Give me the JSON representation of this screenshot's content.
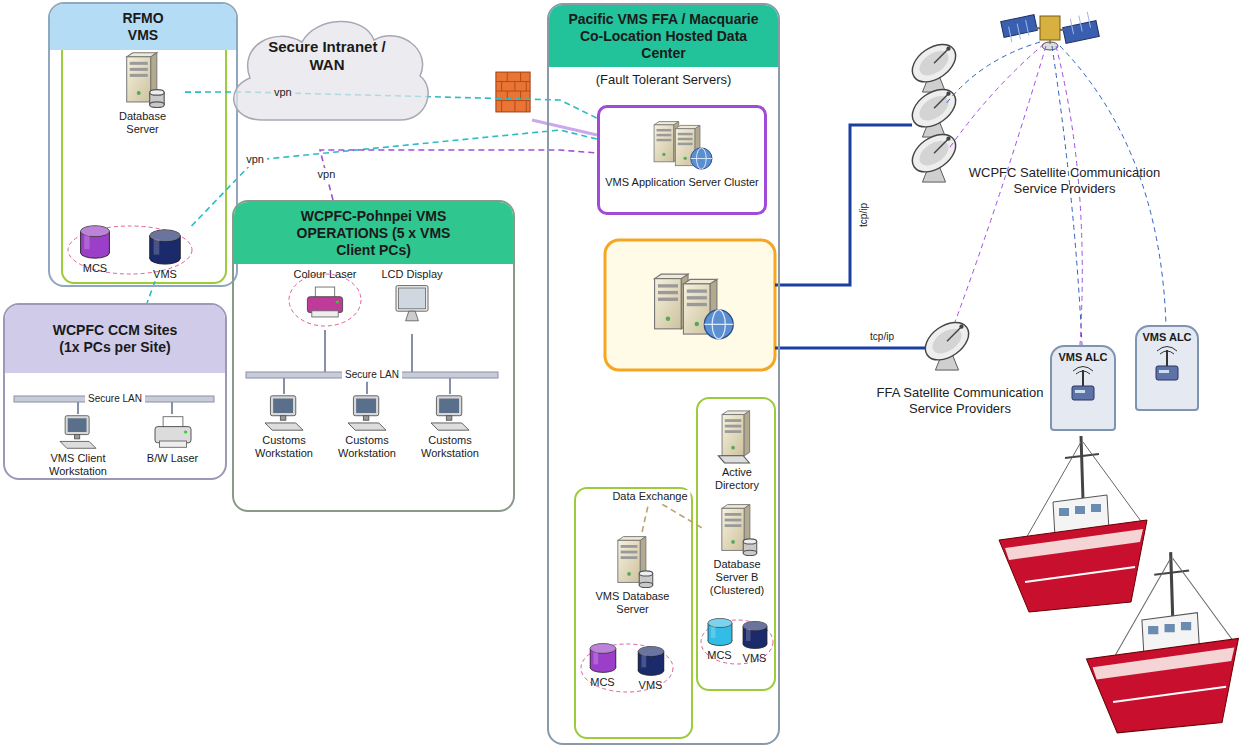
{
  "diagram": {
    "nodes": [
      {
        "text": [
          "RFMO VMS"
        ]
      },
      {
        "text": [
          "Database Server"
        ],
        "in": 0
      },
      {
        "text": [
          "MCS"
        ],
        "in": 0
      },
      {
        "text": [
          "VMS"
        ],
        "in": 0
      },
      {
        "text": [
          "WCPFC CCM Sites (1x PCs per Site)"
        ]
      },
      {
        "text": [
          "VMS Client Workstation"
        ],
        "in": 4
      },
      {
        "text": [
          "B/W Laser"
        ],
        "in": 4
      },
      {
        "text": [
          "WCPFC-Pohnpei VMS OPERATIONS (5 x VMS Client PCs)"
        ]
      },
      {
        "text": [
          "Colour Laser"
        ],
        "in": 7
      },
      {
        "text": [
          "LCD Display"
        ],
        "in": 7
      },
      {
        "text": [
          "Customs Workstation"
        ],
        "in": 7
      },
      {
        "text": [
          "Customs Workstation"
        ],
        "in": 7
      },
      {
        "text": [
          "Customs Workstation"
        ],
        "in": 7
      },
      {
        "text": [
          "Secure Intranet / WAN"
        ]
      },
      {
        "text": [
          "Pacific VMS FFA / Macquarie Co-Location Hosted Data Center",
          "(Fault Tolerant Servers)"
        ]
      },
      {
        "text": [
          "VMS Application Server Cluster"
        ],
        "in": 14
      },
      {
        "text": [
          "VMS Database Server"
        ],
        "in": 14
      },
      {
        "text": [
          "MCS"
        ],
        "in": 14
      },
      {
        "text": [
          "VMS"
        ],
        "in": 14
      },
      {
        "text": [
          "Active Directory"
        ],
        "in": 14
      },
      {
        "text": [
          "Database Server B (Clustered)"
        ],
        "in": 14
      },
      {
        "text": [
          "MCS"
        ],
        "in": 14
      },
      {
        "text": [
          "VMS"
        ],
        "in": 14
      },
      {
        "text": [
          "WCPFC Satellite Communication Service Providers"
        ]
      },
      {
        "text": [
          "FFA Satellite Communication Service Providers"
        ]
      },
      {
        "text": [
          "VMS ALC"
        ]
      },
      {
        "text": [
          "VMS ALC"
        ]
      }
    ],
    "edges": [
      {
        "from": 1,
        "to": 15,
        "arrow": "none",
        "label": "vpn"
      },
      {
        "from": 3,
        "to": 15,
        "arrow": "none",
        "label": "vpn"
      },
      {
        "from": 7,
        "to": 15,
        "arrow": "none",
        "label": "vpn"
      },
      {
        "from": 3,
        "to": 4,
        "arrow": "none"
      },
      {
        "from": 16,
        "to": 20,
        "arrow": "none",
        "label": "Data Exchange"
      }
    ],
    "labels": [
      "Secure LAN",
      "Secure LAN",
      "tcp/ip",
      "tcp/ip"
    ]
  }
}
